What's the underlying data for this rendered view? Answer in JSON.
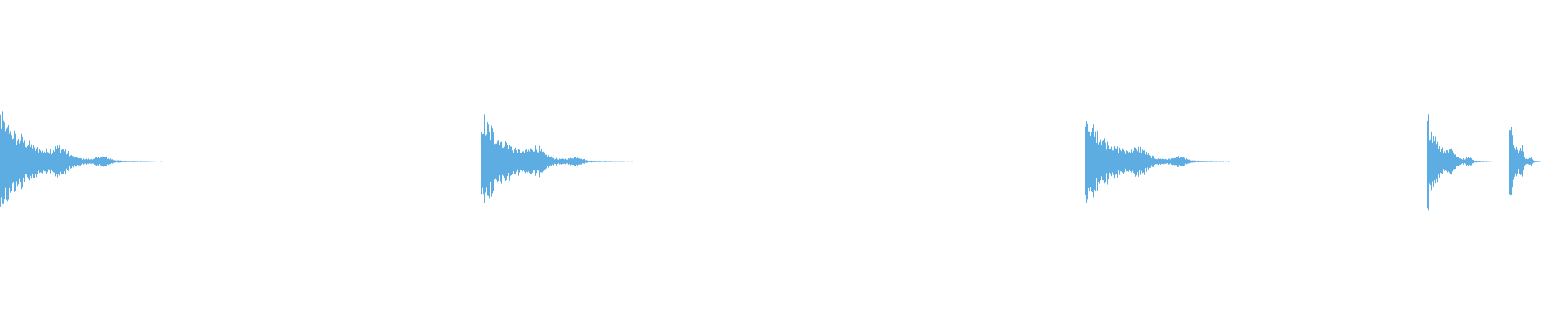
{
  "waveform": {
    "color": "#5dade2",
    "background": "#ffffff",
    "duration_s": 19.2,
    "amplitude_range": [
      -1,
      1
    ],
    "hits": [
      {
        "start_s": 0.0,
        "peak": 0.95,
        "decay_s": 2.45
      },
      {
        "start_s": 5.96,
        "peak": 0.92,
        "decay_s": 2.25
      },
      {
        "start_s": 13.43,
        "peak": 0.9,
        "decay_s": 2.25
      },
      {
        "start_s": 17.66,
        "peak": 0.97,
        "decay_s": 1.0
      },
      {
        "start_s": 18.68,
        "peak": 0.92,
        "decay_s": 0.52
      }
    ]
  }
}
